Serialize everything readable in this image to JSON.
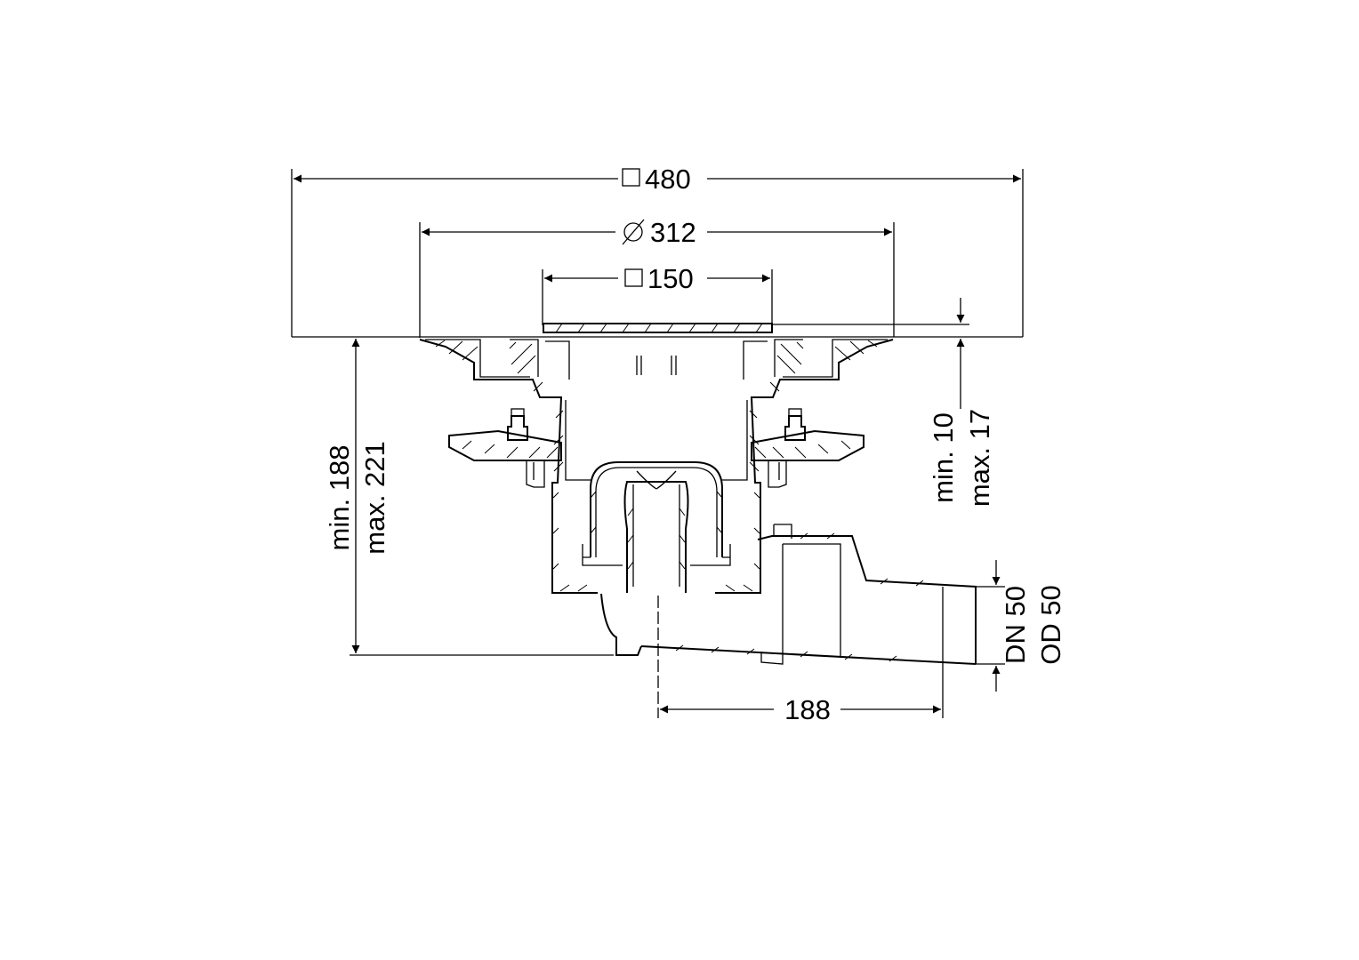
{
  "drawing": {
    "title": "Floor drain cross-section dimension drawing",
    "dimensions": {
      "frame_size": {
        "symbol": "square-icon",
        "value": "480"
      },
      "flange_diameter": {
        "symbol": "diameter-icon",
        "value": "312"
      },
      "grate_size": {
        "symbol": "square-icon",
        "value": "150"
      },
      "total_height": {
        "min": "min. 188",
        "max": "max. 221"
      },
      "grate_offset": {
        "min": "min. 10",
        "max": "max. 17"
      },
      "outlet": {
        "dn": "DN 50",
        "od": "OD 50"
      },
      "outlet_length": {
        "value": "188"
      }
    },
    "colors": {
      "line": "#000000",
      "background": "#ffffff"
    }
  }
}
